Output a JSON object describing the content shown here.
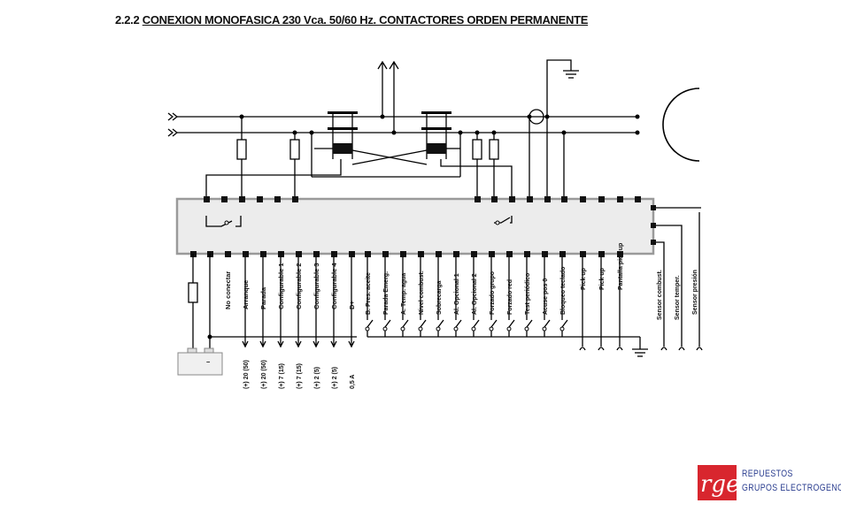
{
  "title": {
    "number": "2.2.2",
    "text": "CONEXION MONOFASICA  230 Vca. 50/60 Hz. CONTACTORES ORDEN PERMANENTE"
  },
  "battery": {
    "minus": "−"
  },
  "bottom_pins": [
    {
      "label": "No conectar",
      "rating": ""
    },
    {
      "label": "Arranque",
      "rating": "(+) 20 (50)"
    },
    {
      "label": "Parada",
      "rating": "(+) 20 (50)"
    },
    {
      "label": "Configurable 1",
      "rating": "(+) 7 (15)"
    },
    {
      "label": "Configurable 2",
      "rating": "(+) 7 (15)"
    },
    {
      "label": "Configurable 3",
      "rating": "(+) 2 (5)"
    },
    {
      "label": "Configurable 4",
      "rating": "(+) 2 (5)"
    },
    {
      "label": "D+",
      "rating": "0,5 A"
    }
  ],
  "input_pins": [
    "B. Pres. aceite",
    "Parada Emerg.",
    "A. Temp. agua",
    "Nivel combust.",
    "Sobrecarga",
    "Al. Opcional 1",
    "Al. Opcional 2",
    "Forzado grupo",
    "Forzado red",
    "Test periódico",
    "Acuse pos 0",
    "Bloqueo teclado",
    "Pick up",
    "Pick up",
    "Pantalla pick up"
  ],
  "sensor_pins": [
    "Sensor combust.",
    "Sensor temper.",
    "Sensor presión"
  ],
  "logo": {
    "line1": "REPUESTOS",
    "line2": "GRUPOS ELECTROGENOS",
    "mark": "rge"
  }
}
